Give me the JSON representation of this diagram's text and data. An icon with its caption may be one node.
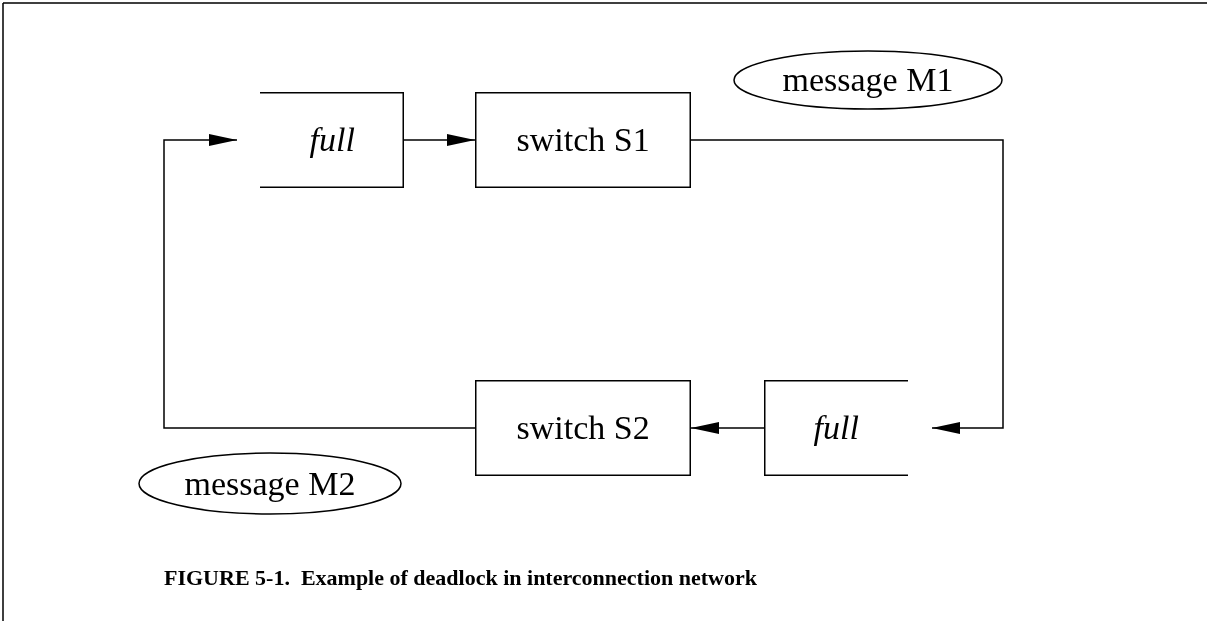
{
  "diagram": {
    "caption": "FIGURE 5-1.  Example of deadlock in interconnection network",
    "nodes": [
      {
        "text": [
          "full"
        ]
      },
      {
        "text": [
          "switch S1"
        ]
      },
      {
        "text": [
          "message M1"
        ]
      },
      {
        "text": [
          "full"
        ]
      },
      {
        "text": [
          "switch S2"
        ]
      },
      {
        "text": [
          "message M2"
        ]
      }
    ],
    "edges": [
      {
        "from": 0,
        "to": 1,
        "arrow": "to"
      },
      {
        "from": 1,
        "to": 3,
        "arrow": "to"
      },
      {
        "from": 3,
        "to": 4,
        "arrow": "to"
      },
      {
        "from": 4,
        "to": 0,
        "arrow": "to"
      }
    ]
  }
}
